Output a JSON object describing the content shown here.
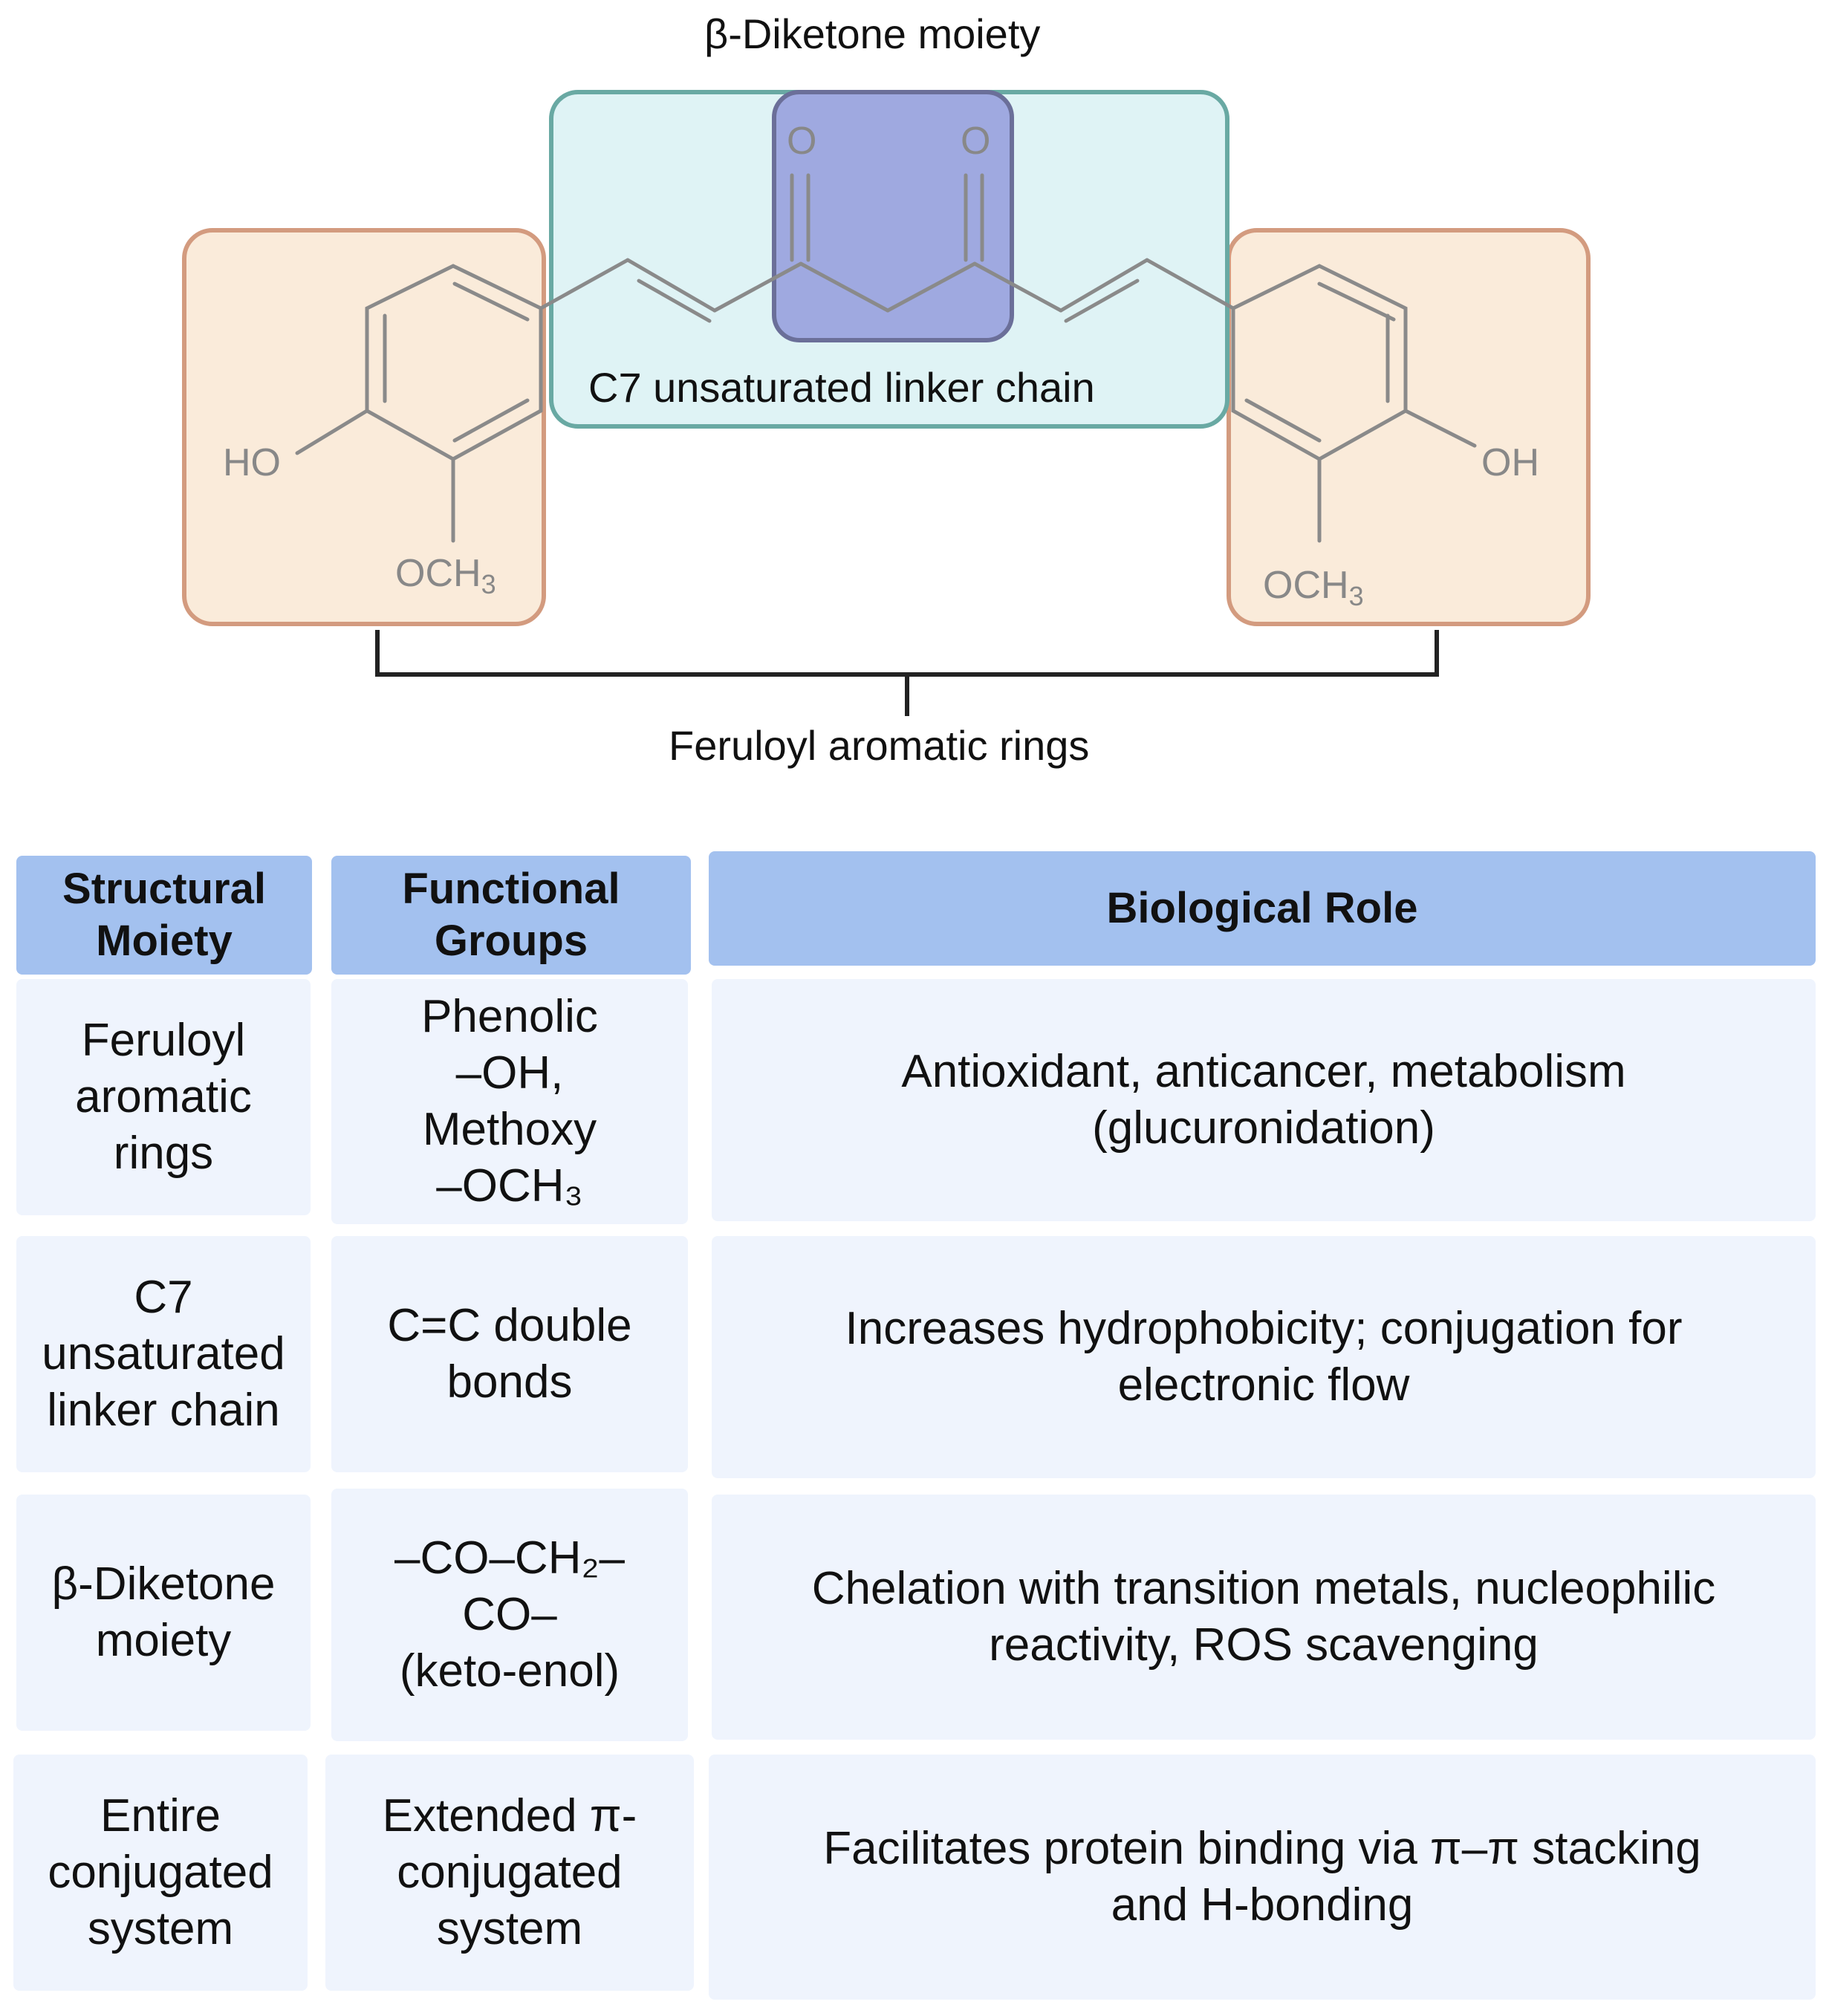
{
  "diagram": {
    "labels": {
      "diketone": "β-Diketone moiety",
      "linker": "C7 unsaturated linker chain",
      "rings": "Feruloyl aromatic rings"
    },
    "atoms": {
      "o_left": "O",
      "o_right": "O",
      "ho_left": "HO",
      "oh_right": "OH",
      "och_left": "OCH",
      "och_right": "OCH",
      "sub3": "3"
    },
    "colors": {
      "ring_box_fill": "#faebda",
      "ring_box_stroke": "#d39b7f",
      "linker_box_fill": "#dff3f5",
      "linker_box_stroke": "#69a9a3",
      "diketone_box_fill": "#9fa9e0",
      "diketone_box_stroke": "#6b6f99",
      "bond": "#8a8a8a"
    }
  },
  "table": {
    "headers": {
      "moiety": "Structural\nMoiety",
      "groups": "Functional\nGroups",
      "role": "Biological Role"
    },
    "rows": [
      {
        "moiety": "Feruloyl\naromatic\nrings",
        "groups": "Phenolic\n–OH,\nMethoxy\n–OCH₃",
        "role": "Antioxidant, anticancer, metabolism\n(glucuronidation)"
      },
      {
        "moiety": "C7\nunsaturated\nlinker chain",
        "groups": "C=C double\nbonds",
        "role": "Increases hydrophobicity; conjugation for\nelectronic flow"
      },
      {
        "moiety": "β-Diketone\nmoiety",
        "groups": "–CO–CH₂–\nCO–\n(keto-enol)",
        "role": "Chelation with transition metals, nucleophilic\nreactivity, ROS scavenging"
      },
      {
        "moiety": "Entire\nconjugated\nsystem",
        "groups": "Extended π-\nconjugated\nsystem",
        "role": "Facilitates protein binding via π–π stacking\nand H-bonding"
      }
    ],
    "colors": {
      "header_fill": "#a3c1ef",
      "cell_fill": "#eff4fd"
    }
  }
}
